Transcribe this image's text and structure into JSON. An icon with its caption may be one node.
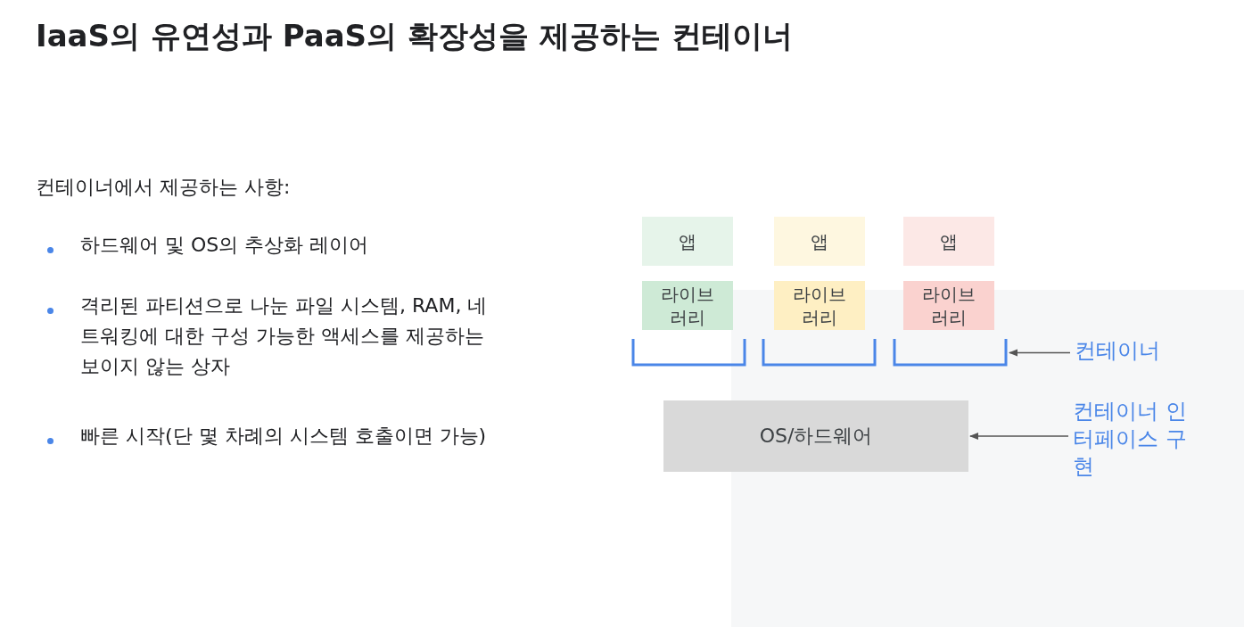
{
  "diagram": {
    "title": "IaaS의 유연성과 PaaS의 확장성을 제공하는 컨테이너",
    "nodes": [
      {
        "text": [
          "앱"
        ]
      },
      {
        "text": [
          "앱"
        ]
      },
      {
        "text": [
          "앱"
        ]
      },
      {
        "text": [
          "라이브러리"
        ]
      },
      {
        "text": [
          "라이브러리"
        ]
      },
      {
        "text": [
          "라이브러리"
        ]
      },
      {
        "text": [],
        "shape": "bracket"
      },
      {
        "text": [],
        "shape": "bracket"
      },
      {
        "text": [],
        "shape": "bracket"
      },
      {
        "text": [
          "컨테이너"
        ]
      },
      {
        "text": [
          "OS/하드웨어"
        ]
      },
      {
        "text": [
          "컨테이너 인터페이스 구현"
        ]
      }
    ],
    "edges": [
      {
        "from": 9,
        "to": 8,
        "arrow": "to"
      },
      {
        "from": 11,
        "to": 10,
        "arrow": "to"
      }
    ],
    "labels": [
      "컨테이너에서 제공하는 사항:",
      "하드웨어 및 OS의 추상화 레이어",
      "격리된 파티션으로 나눈 파일 시스템, RAM, 네트워킹에 대한 구성 가능한 액세스를 제공하는 보이지 않는 상자",
      "빠른 시작(단 몇 차례의 시스템 호출이면 가능)"
    ]
  }
}
